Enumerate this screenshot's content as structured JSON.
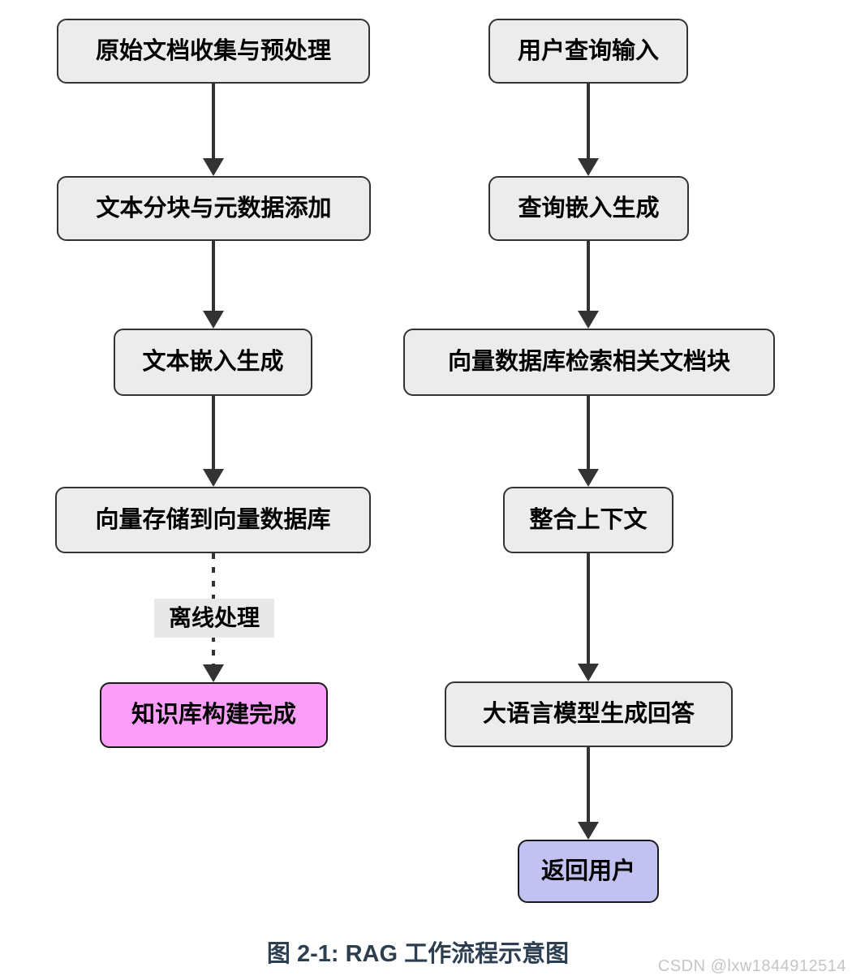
{
  "flowchart": {
    "left_column": {
      "nodes": [
        {
          "label": "原始文档收集与预处理"
        },
        {
          "label": "文本分块与元数据添加"
        },
        {
          "label": "文本嵌入生成"
        },
        {
          "label": "向量存储到向量数据库"
        },
        {
          "label": "知识库构建完成"
        }
      ],
      "edge_label": "离线处理"
    },
    "right_column": {
      "nodes": [
        {
          "label": "用户查询输入"
        },
        {
          "label": "查询嵌入生成"
        },
        {
          "label": "向量数据库检索相关文档块"
        },
        {
          "label": "整合上下文"
        },
        {
          "label": "大语言模型生成回答"
        },
        {
          "label": "返回用户"
        }
      ]
    },
    "colors": {
      "node_fill": "#ececec",
      "node_border": "#333333",
      "highlight_pink": "#fa9ef9",
      "highlight_purple": "#c2c2f2",
      "arrow": "#333333",
      "caption": "#2c3e50",
      "watermark": "#c5c5c5"
    }
  },
  "caption": "图 2-1: RAG 工作流程示意图",
  "watermark": "CSDN @lxw1844912514"
}
